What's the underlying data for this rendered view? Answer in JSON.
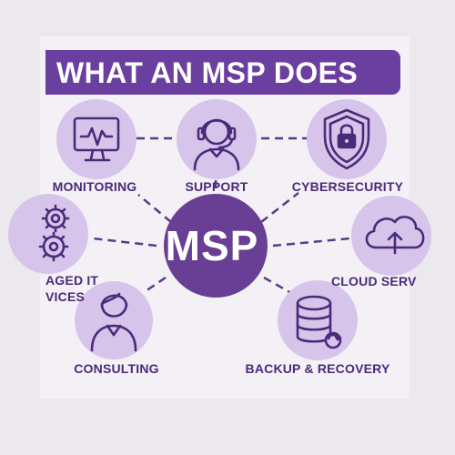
{
  "title": "WHAT AN MSP DOES",
  "hub": {
    "label": "MSP"
  },
  "services": [
    {
      "label": "MONITORING",
      "icon": "monitor-pulse-icon"
    },
    {
      "label": "SUPPORT",
      "icon": "headset-agent-icon"
    },
    {
      "label": "CYBERSECURITY",
      "icon": "shield-lock-icon"
    },
    {
      "label": "AGED IT",
      "label_line2": "VICES",
      "icon": "gears-icon"
    },
    {
      "label": "CLOUD SERV",
      "icon": "cloud-upload-icon"
    },
    {
      "label": "CONSULTING",
      "icon": "consultant-person-icon"
    },
    {
      "label": "BACKUP & RECOVERY",
      "icon": "database-backup-icon"
    }
  ],
  "colors": {
    "accent": "#6b3fa0",
    "hub": "#683f95",
    "icon_circle": "#d7c4ea",
    "icon_stroke": "#4b2a7a",
    "background": "#ebe9ee"
  }
}
